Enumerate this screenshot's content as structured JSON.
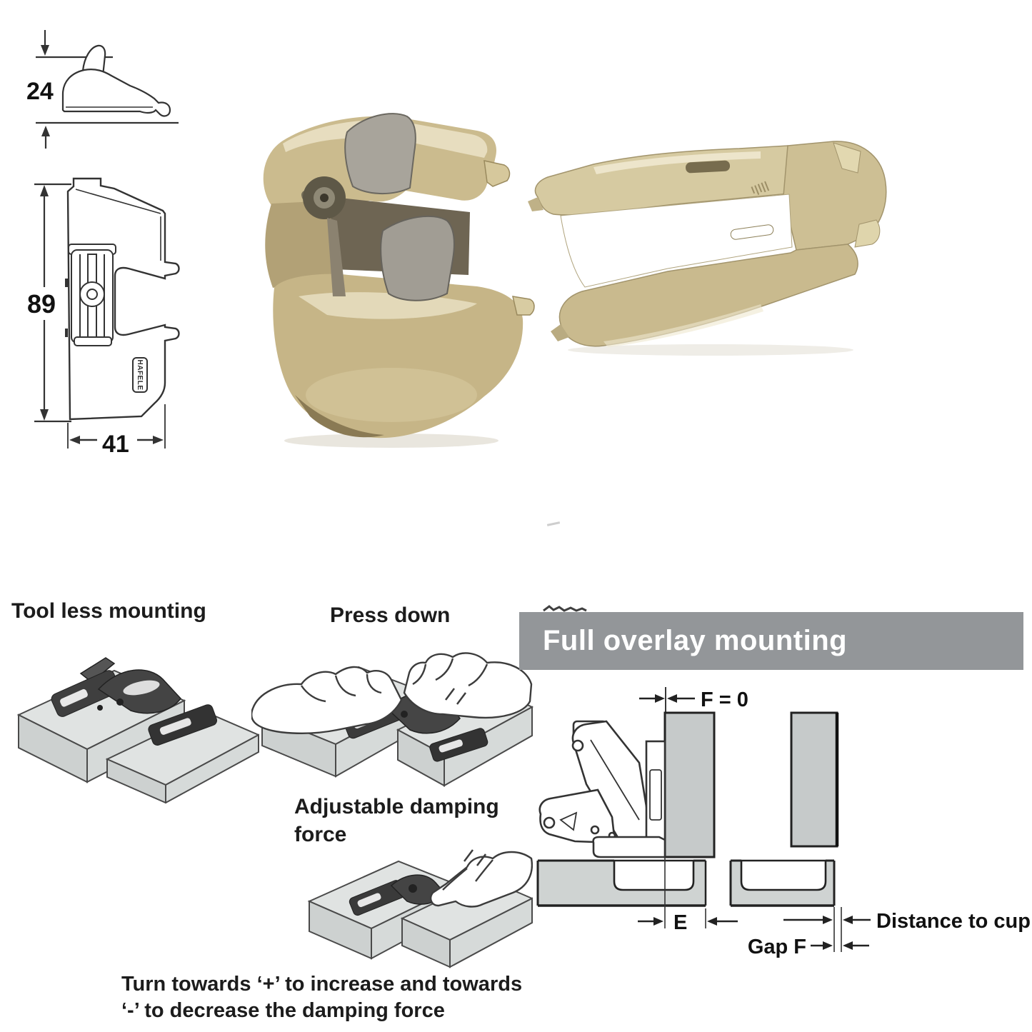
{
  "drawings": {
    "side_profile": {
      "height_mm": "24"
    },
    "front_view": {
      "height_mm": "89",
      "width_mm": "41",
      "brand": "HAFELE"
    }
  },
  "instructions": {
    "tool_less_title": "Tool less mounting",
    "press_down_title": "Press down",
    "adjustable_title": "Adjustable damping force",
    "caption_line1": "Turn towards ‘+’ to increase and towards",
    "caption_line2": "‘-’ to decrease the damping force"
  },
  "full_overlay": {
    "title": "Full overlay mounting",
    "f_zero_label": "F = 0",
    "e_label": "E",
    "gap_f_label": "Gap F",
    "distance_to_cup_label": "Distance to cup"
  },
  "colors": {
    "header_bar_bg": "#939699",
    "header_bar_text": "#ffffff",
    "panel_gray": "#c6caca",
    "board_gray": "#cfd3d2",
    "line_art": "#333333",
    "metal_light": "#e7ddbf",
    "metal_mid": "#c9b98c",
    "metal_dark": "#8a7a54",
    "flap_gray": "#a8a49b"
  }
}
